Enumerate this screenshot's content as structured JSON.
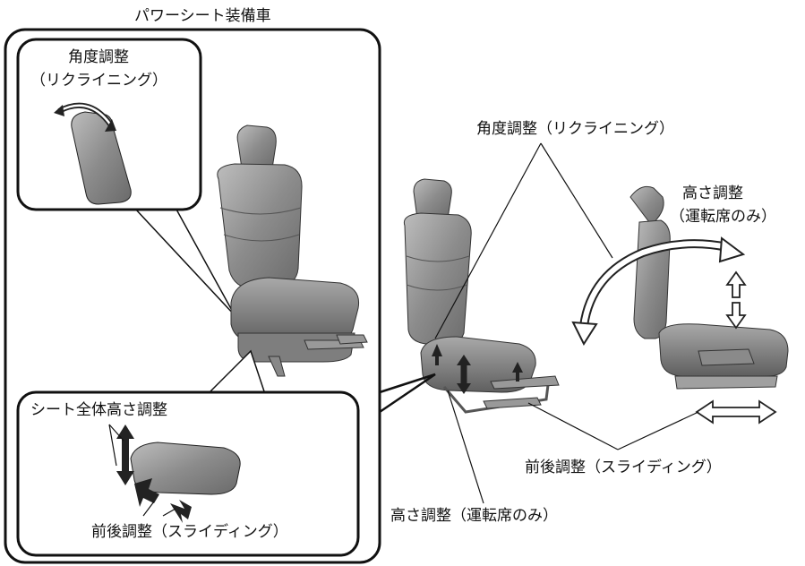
{
  "header": {
    "title": "パワーシート装備車"
  },
  "inset_recline": {
    "line1": "角度調整",
    "line2": "（リクライニング）"
  },
  "inset_lift": {
    "title": "シート全体高さ調整",
    "slide": "前後調整（スライディング）"
  },
  "manual": {
    "recline": "角度調整（リクライニング）",
    "height_title": "高さ調整",
    "height_note": "（運転席のみ）",
    "slide": "前後調整（スライディング）",
    "height_bottom": "高さ調整（運転席のみ）"
  }
}
